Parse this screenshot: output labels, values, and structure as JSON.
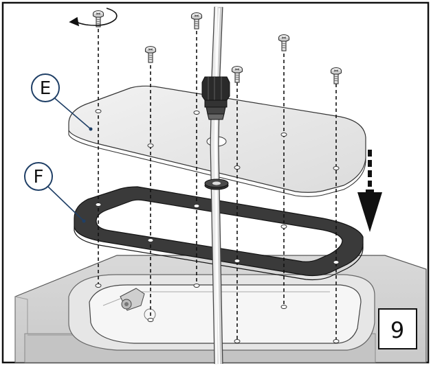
{
  "callouts": [
    {
      "letter": "E"
    },
    {
      "letter": "F"
    }
  ],
  "step": {
    "number": "9"
  }
}
